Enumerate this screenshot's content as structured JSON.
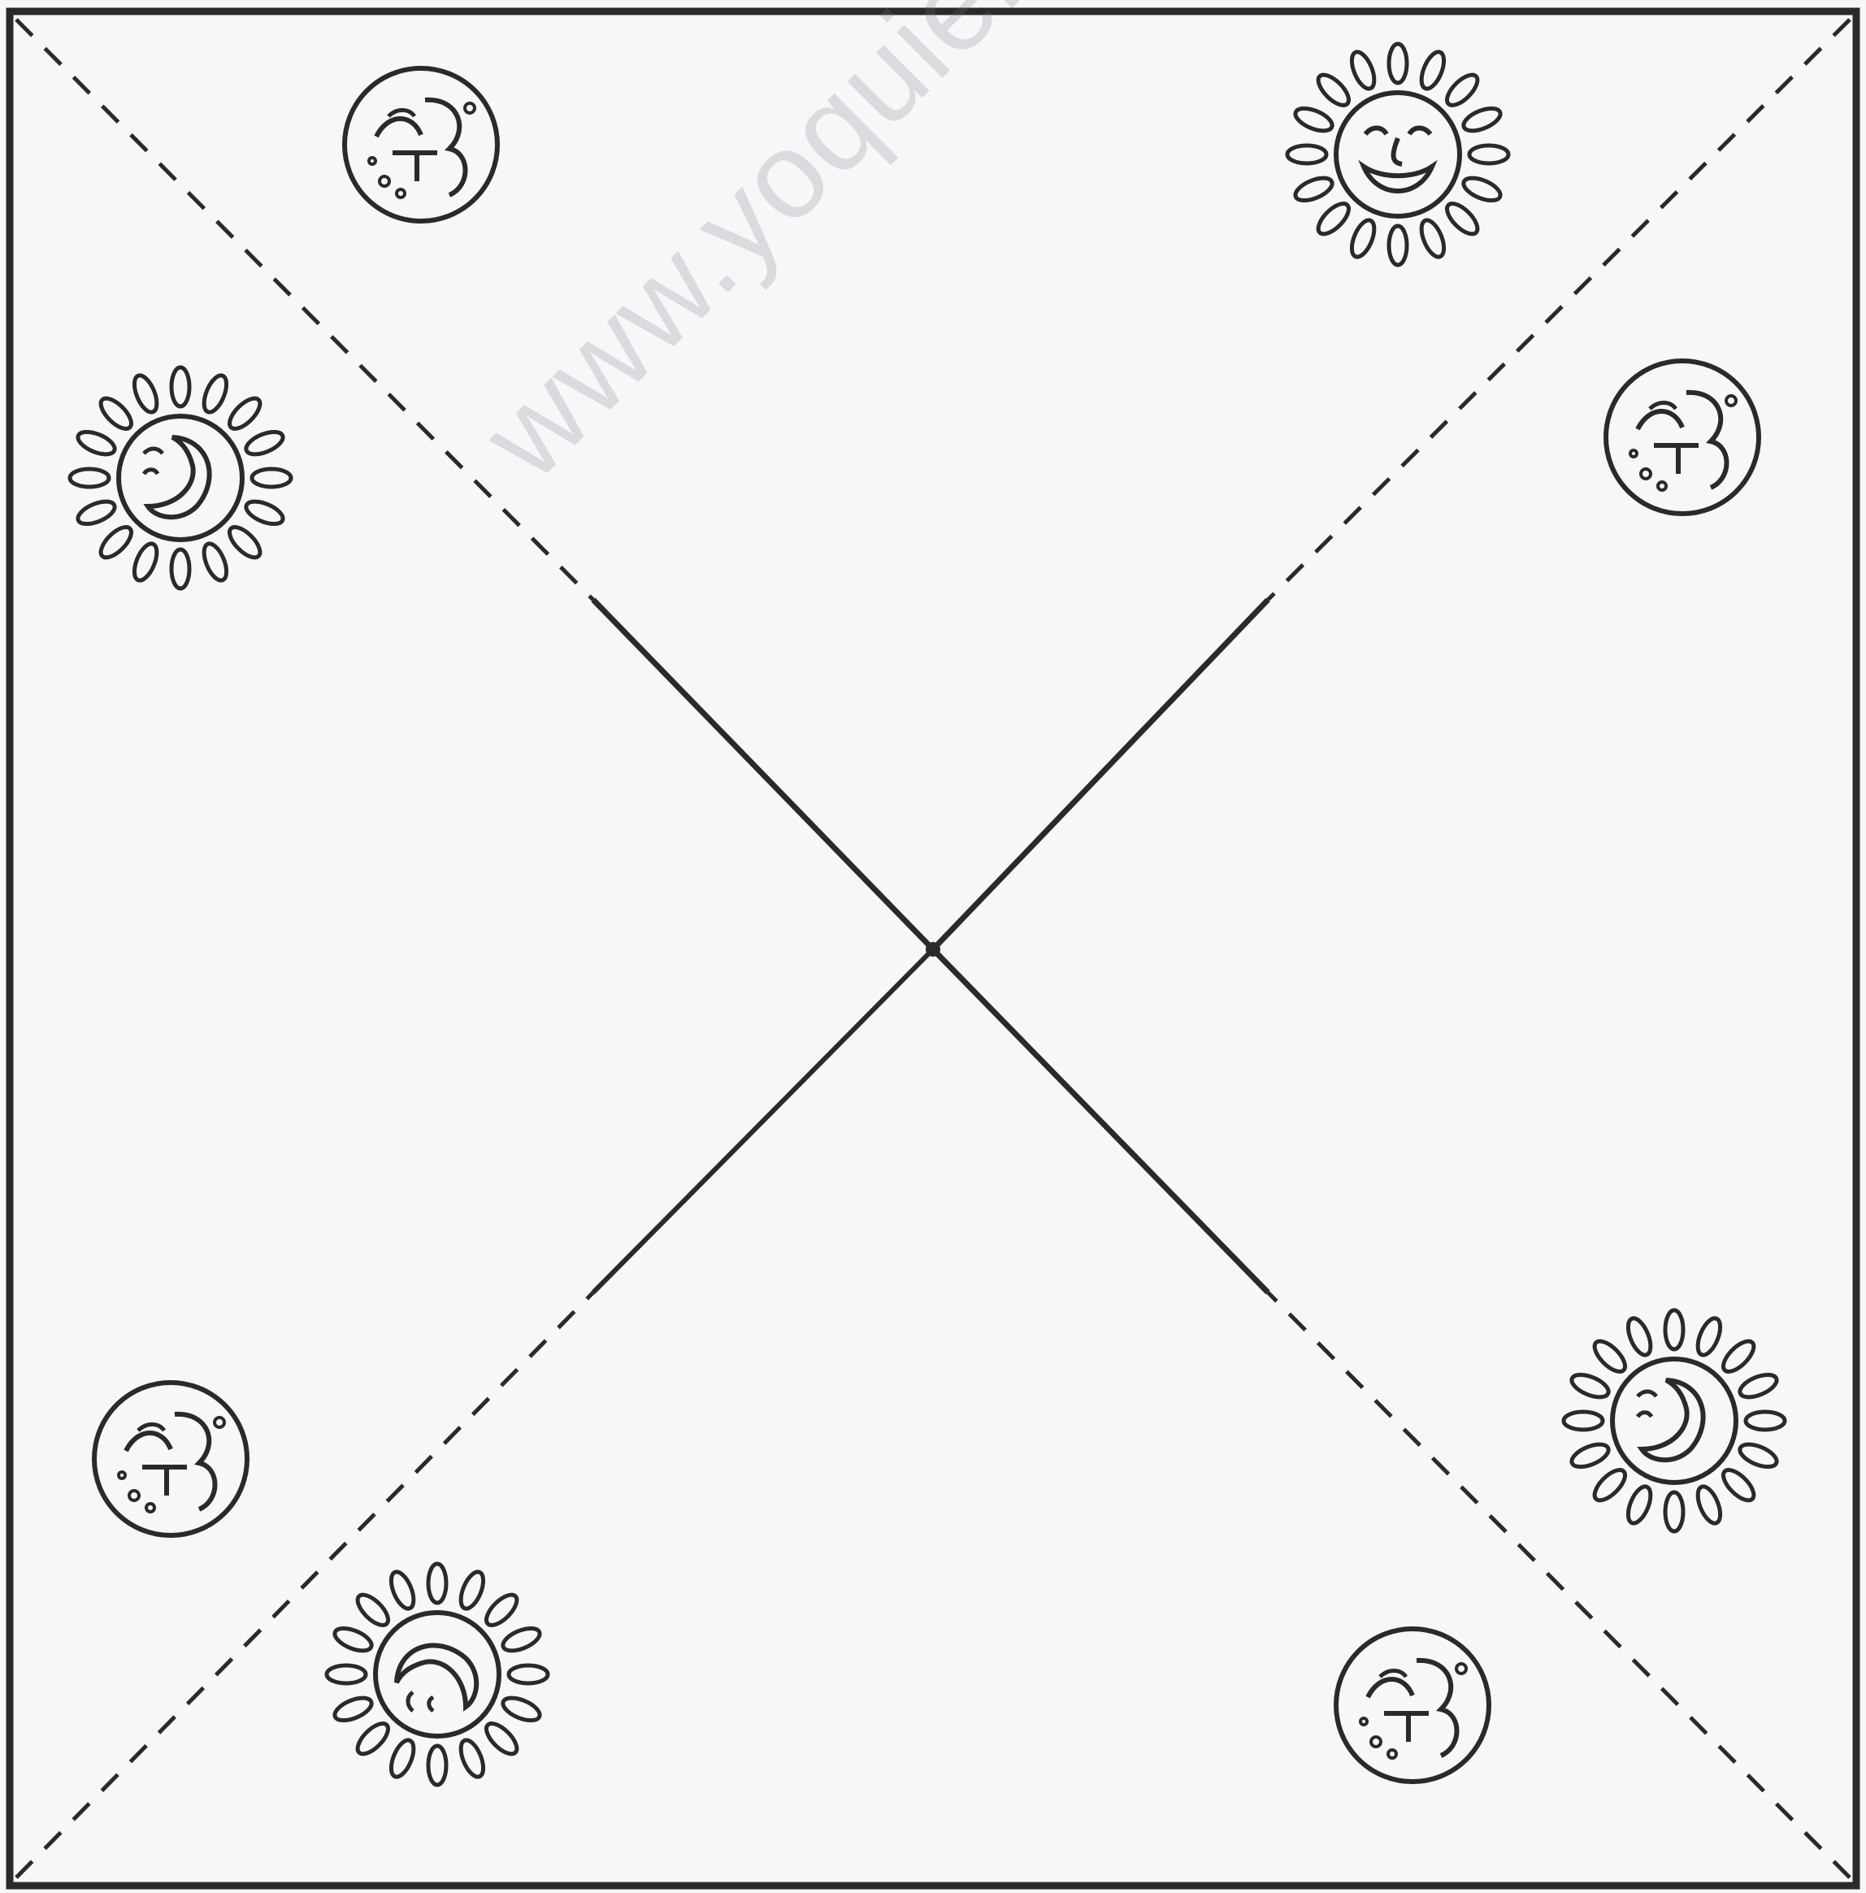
{
  "sheet": {
    "watermark": "www.yoquieroaprob",
    "stroke_color": "#2a2a2a",
    "paper_color": "#f7f7f9"
  },
  "icons": [
    {
      "name": "moon-icon-top-left",
      "type": "moon"
    },
    {
      "name": "sun-icon-top-right",
      "type": "sun-smiling"
    },
    {
      "name": "sun-icon-left",
      "type": "sun-moon"
    },
    {
      "name": "moon-icon-right",
      "type": "moon"
    },
    {
      "name": "moon-icon-bottom-left",
      "type": "moon"
    },
    {
      "name": "sun-icon-right",
      "type": "sun-moon"
    },
    {
      "name": "sun-icon-bottom-left",
      "type": "sun-moon"
    },
    {
      "name": "moon-icon-bottom-right",
      "type": "moon"
    }
  ]
}
